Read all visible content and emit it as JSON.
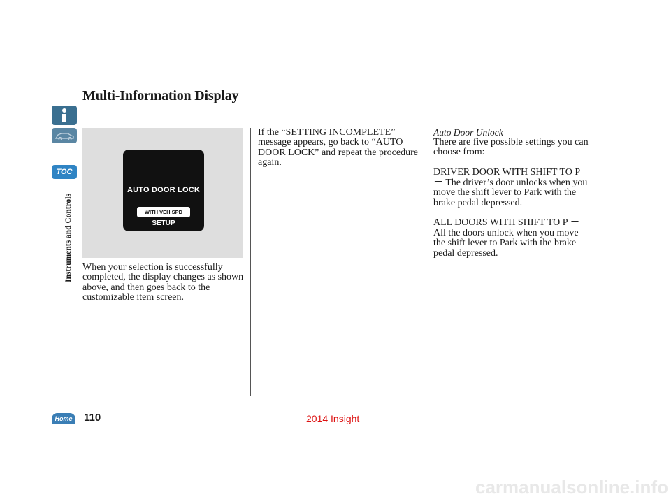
{
  "header": {
    "title": "Multi-Information Display"
  },
  "sidebar": {
    "toc_label": "TOC",
    "section_label": "Instruments and Controls"
  },
  "display_screen": {
    "heading": "AUTO DOOR LOCK",
    "option": "WITH VEH SPD",
    "footer": "SETUP"
  },
  "col1": {
    "text": "When your selection is successfully completed, the display changes as shown above, and then goes back to the customizable item screen."
  },
  "col2": {
    "text": "If the “SETTING INCOMPLETE” message appears, go back to “AUTO DOOR LOCK” and repeat the procedure again."
  },
  "col3": {
    "heading": "Auto Door Unlock",
    "intro": "There are five possible settings you can choose from:",
    "item1_title": "DRIVER DOOR WITH SHIFT TO P",
    "item1_text": "－ The driver’s door unlocks when you move the shift lever to Park with the brake pedal depressed.",
    "item2_title": "ALL DOORS WITH SHIFT TO P －",
    "item2_text": "All the doors unlock when you move the shift lever to Park with the brake pedal depressed."
  },
  "footer": {
    "home_label": "Home",
    "page_number": "110",
    "watermark_title": "2014 Insight",
    "watermark_site": "carmanualsonline.info"
  },
  "icons": {
    "info": "info-icon",
    "car": "car-icon"
  },
  "colors": {
    "nav_blue": "#2f84c4",
    "watermark_red": "#d11111"
  }
}
